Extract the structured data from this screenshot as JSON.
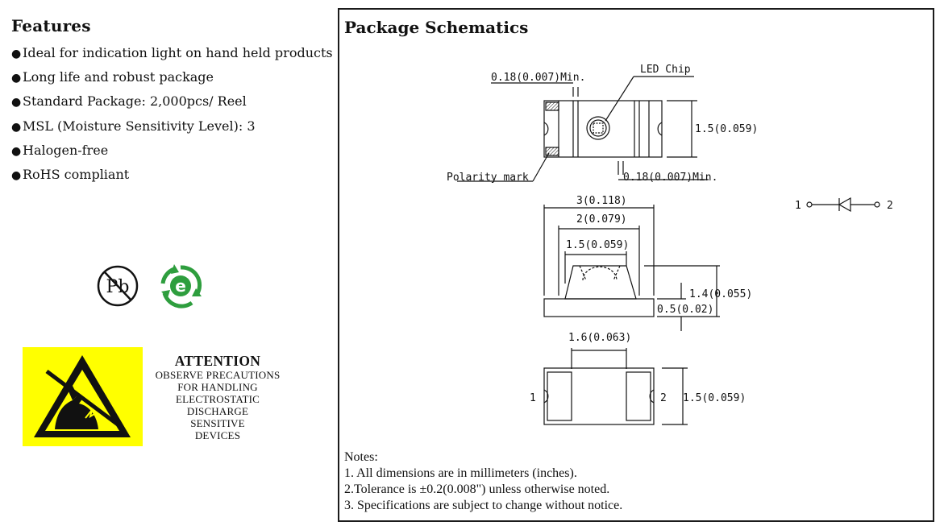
{
  "features": {
    "title": "Features",
    "bullet_symbol": "●",
    "items": [
      "Ideal for indication light on hand held products",
      "Long life and robust package",
      "Standard Package: 2,000pcs/ Reel",
      "MSL (Moisture Sensitivity Level): 3",
      "Halogen-free",
      "RoHS compliant"
    ]
  },
  "icons": {
    "pb_free": {
      "icon": "pb-free-icon",
      "text": "Pb"
    },
    "eco": {
      "icon": "eco-recycle-icon",
      "text": "e",
      "color": "#2e9e3e"
    }
  },
  "esd": {
    "icon": "esd-warning-icon",
    "background": "#ffff00",
    "title": "ATTENTION",
    "lines": [
      "OBSERVE PRECAUTIONS",
      "FOR HANDLING",
      "ELECTROSTATIC",
      "DISCHARGE",
      "SENSITIVE",
      "DEVICES"
    ]
  },
  "schematics": {
    "title": "Package Schematics",
    "top_view": {
      "min_left": "0.18(0.007)Min.",
      "led_chip": "LED Chip",
      "height": "1.5(0.059)",
      "polarity": "Polarity mark",
      "min_right": "0.18(0.007)Min."
    },
    "side_view": {
      "total_width": "3(0.118)",
      "inner_width": "2(0.079)",
      "lens_width": "1.5(0.059)",
      "total_height": "1.4(0.055)",
      "base_height": "0.5(0.02)"
    },
    "bottom_view": {
      "gap": "1.6(0.063)",
      "pin_left": "1",
      "pin_right": "2",
      "height": "1.5(0.059)"
    },
    "circuit": {
      "pin_left": "1",
      "pin_right": "2",
      "icon": "diode-symbol-icon"
    },
    "notes": {
      "heading": "Notes:",
      "items": [
        "1. All dimensions are in millimeters (inches).",
        "2.Tolerance is ±0.2(0.008\") unless otherwise noted.",
        "3. Specifications are subject to change without notice."
      ]
    }
  }
}
